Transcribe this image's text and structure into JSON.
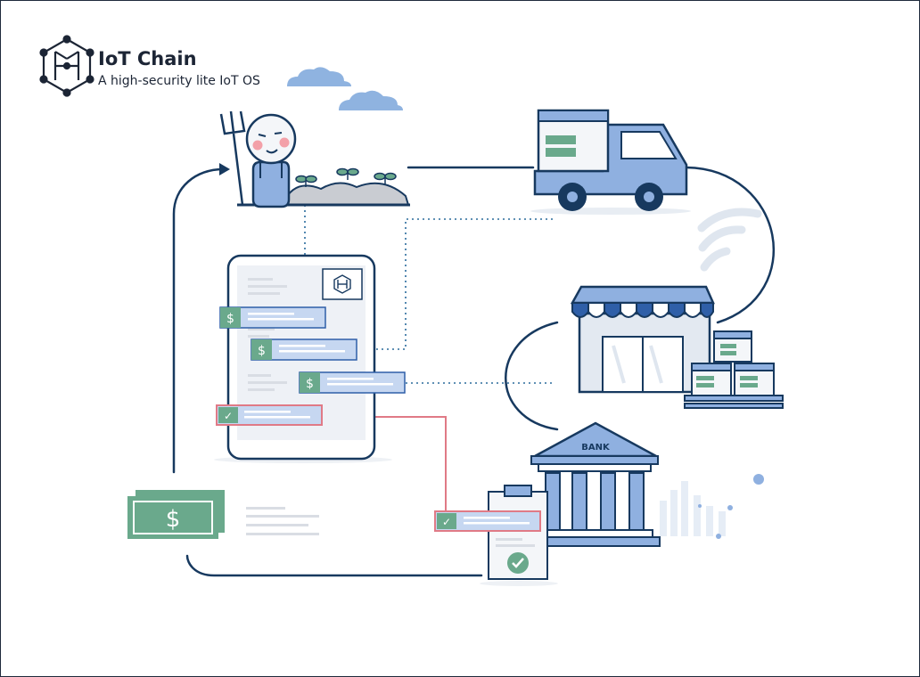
{
  "brand": {
    "title": "IoT Chain",
    "subtitle": "A high-security lite IoT OS",
    "logo_icon": "hexagon-network-icon"
  },
  "bank": {
    "label": "BANK"
  },
  "ledger": {
    "entries": [
      {
        "icon": "dollar-icon",
        "glyph": "$",
        "status": "payment"
      },
      {
        "icon": "dollar-icon",
        "glyph": "$",
        "status": "payment"
      },
      {
        "icon": "dollar-icon",
        "glyph": "$",
        "status": "payment"
      },
      {
        "icon": "check-icon",
        "glyph": "✓",
        "status": "verified"
      }
    ]
  },
  "receipt": {
    "entry_icon": "check-icon",
    "glyph": "✓"
  },
  "cash": {
    "glyph": "$"
  },
  "colors": {
    "ink": "#17395f",
    "blue_fill": "#8fb0e0",
    "light_blue": "#c6d7f1",
    "green": "#6aa98c",
    "light_green": "#d7eadf",
    "pink": "#e07a86",
    "gray": "#e6e9ee"
  }
}
